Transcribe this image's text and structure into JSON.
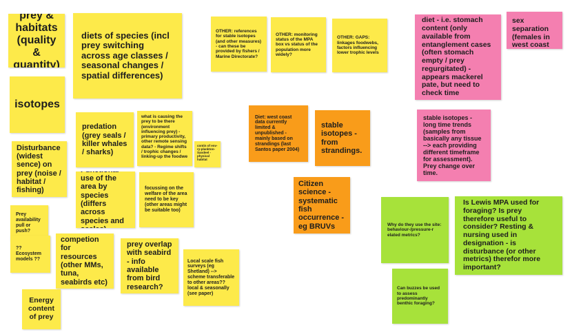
{
  "board": {
    "colors": {
      "yellow": "#fdea4a",
      "orange": "#f99c1a",
      "pink": "#f47fb0",
      "green": "#a7e23a",
      "background": "#ffffff"
    },
    "notes": {
      "prey_habitats": "prey &\nhabitats\n(quality &\nquantity)",
      "diets_of_species": "diets of species (incl prey switching across age classes / seasonal changes / spatial differences)",
      "isotopes": "isotopes",
      "disturbance": "Disturbance (widest sence) on prey (noise / habitat / fishing)",
      "predation": "predation (grey seals / killer whales / sharks)",
      "what_causing_prey": "what is causing the prey to be there (environment influencing prey) - primary productivity, other remote sensing data? - Regime shifts / trophic changes / linking-up the foodwe",
      "tiny_contin": "contin of env-ry-plankton-Sandeel -physical habitat",
      "functional_use": "Functional use of the area by species (differs across species and scales)",
      "focussing_welfare": "focussing on the welfare of the area need to be key (other areas might be suitable too)",
      "prey_availability": "Prey availability pull or push?",
      "competition": "competion for resources (other MMs, tuna, seabirds etc)",
      "prey_overlap": "prey overlap with seabird - info available from bird research?",
      "local_scale_fish": "Local scale fish surveys (eg Shetland) --> scheme transferable to other areas?? local & seasonally (see paper)",
      "ecosystem_models": "?? Ecosystem models ??",
      "energy_content": "Energy content of prey",
      "other_refs_isotopes": "OTHER: references for stable isotopes (and other measures) - can these be provided by fishers / Marine Directorate?",
      "other_monitoring": "OTHER: monitoring status of the MPA box vs status of the population more widely?",
      "other_gaps": "OTHER: GAPS: linkages foodwebs, factors influencing lower trophic levels",
      "diet_west_coast": "Diet: west coast data currently limited & unpublished - mainly based on strandings (last Santos paper 2004)",
      "stable_isotopes_strandings": "stable isotopes - from strandings.",
      "citizen_science": "Citizen science - systematic fish occurrence - eg BRUVs",
      "diet_stomach": "diet - i.e. stomach content (only available from entanglement cases (often stomach empty / prey regurgitated) - appears mackerel pate, but need to check time",
      "sex_separation": "sex separation (females in west coast MPA???)",
      "stable_isotopes_long": "stable isotopes - long time trends (samples from basically any tissue --> each providing different timeframe for assessment). Prey change over time.",
      "why_use_site": "Why do they use the site: behaviour-/pressure-r elated metrics?",
      "lewis_mpa": "Is Lewis MPA used for foraging? Is prey therefore useful to consider? Resting & nursing used in designation - is disturbance (or other metrics) therefor more important?",
      "buzzes": "Can buzzes be used to assess predominantly benthic foraging?"
    }
  }
}
